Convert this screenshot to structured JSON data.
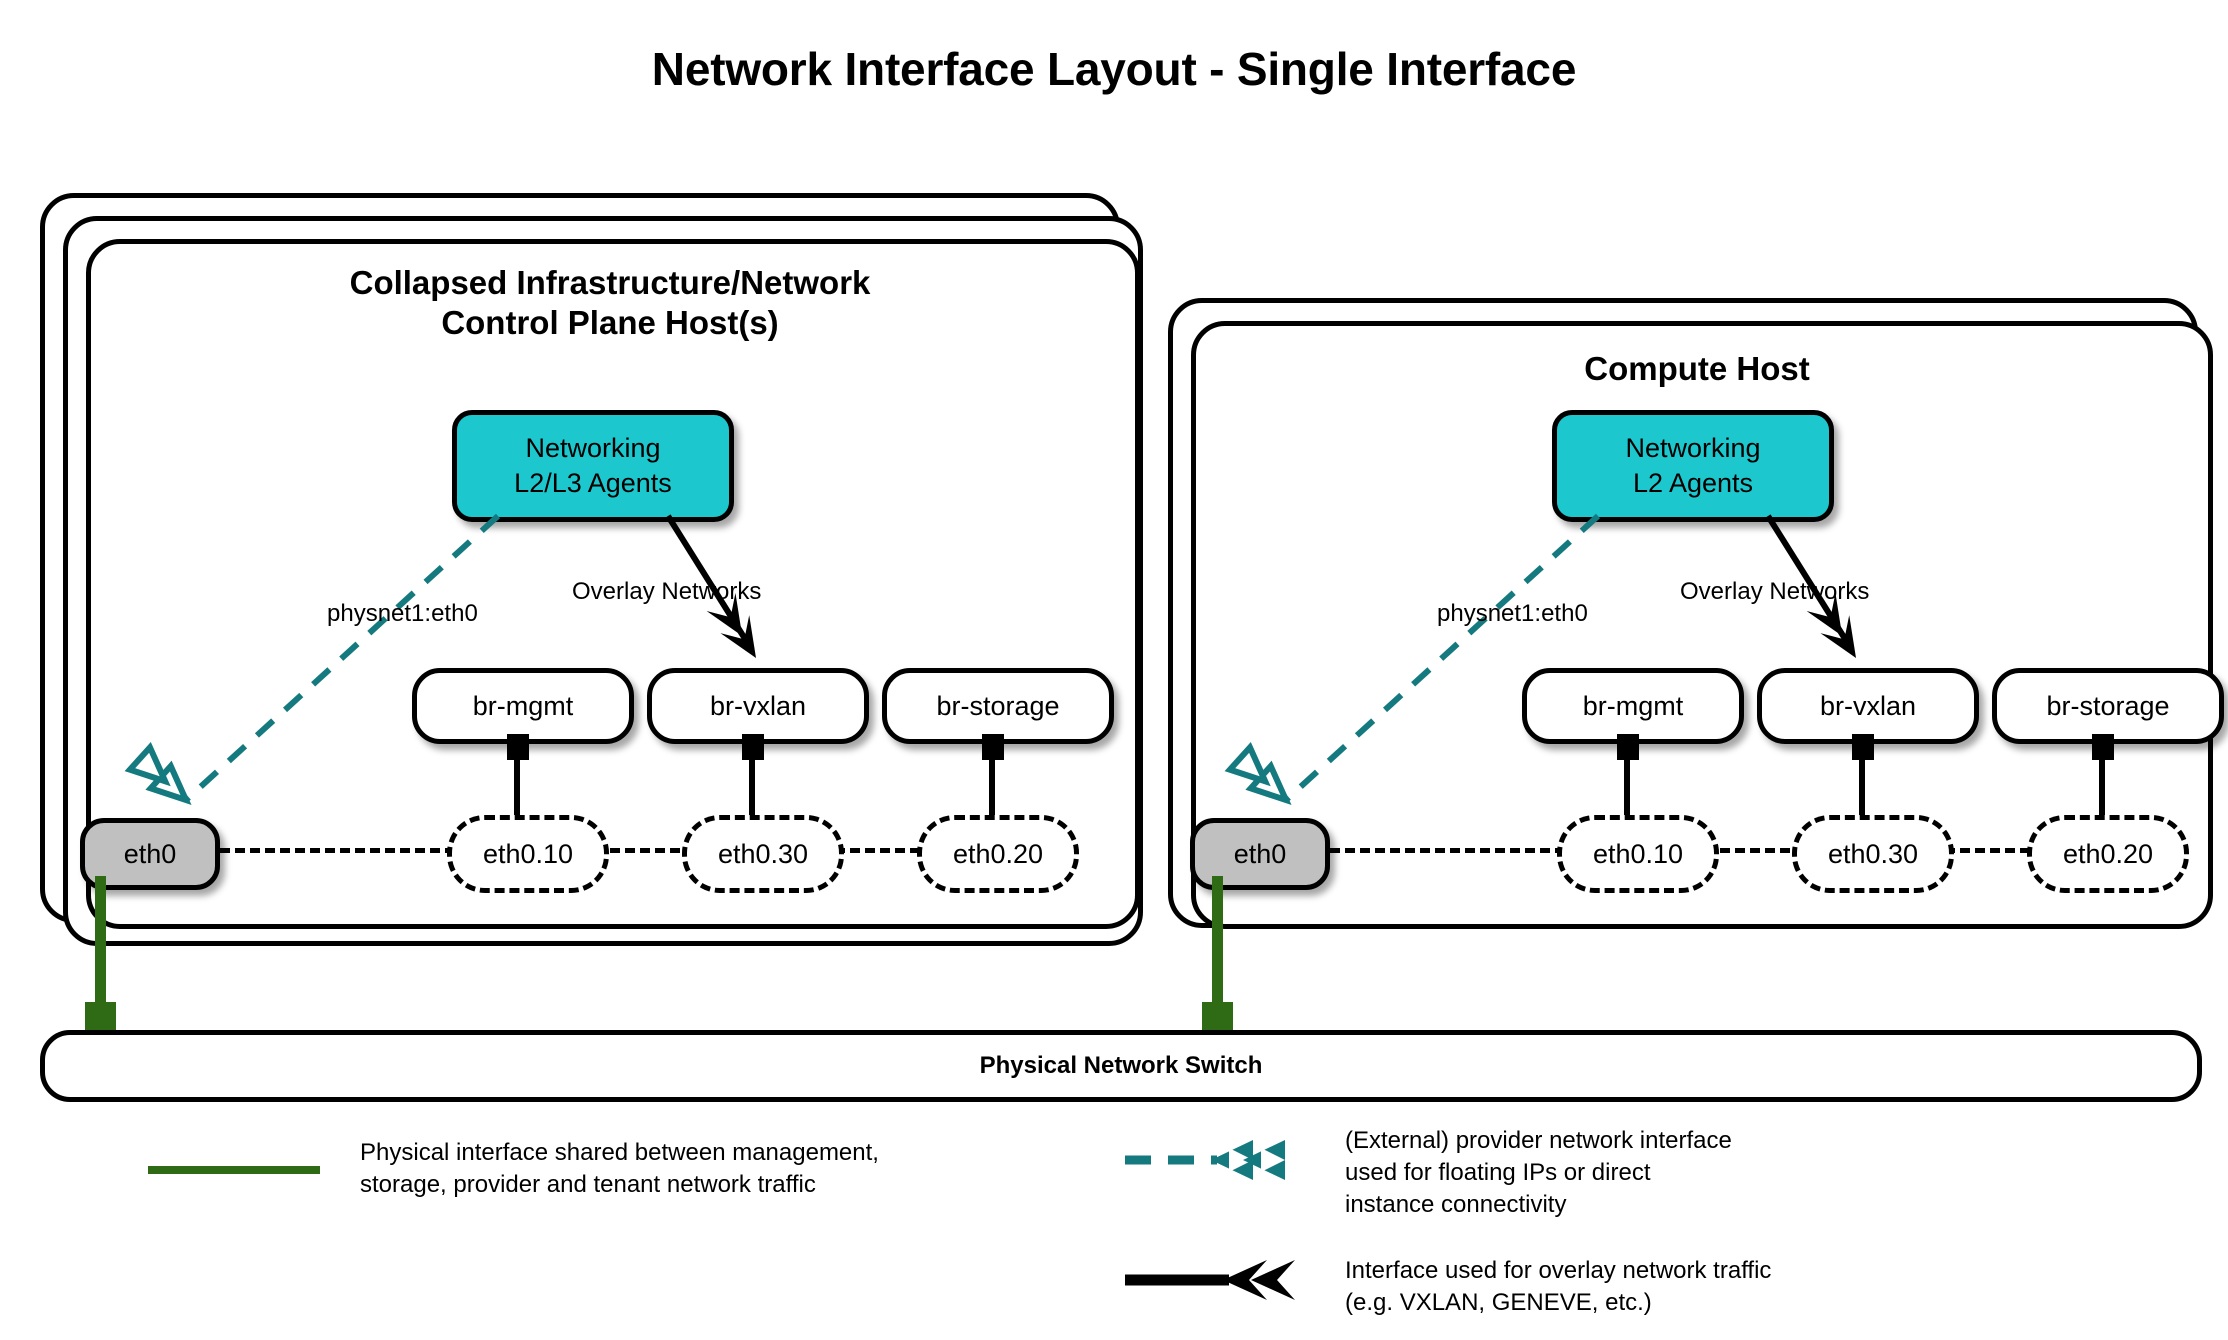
{
  "title": "Network Interface Layout - Single Interface",
  "colors": {
    "agent_fill": "#1cc8cd",
    "nic_fill": "#c0c0c0",
    "cable_green": "#2f6b14",
    "provider_teal": "#157a7f",
    "outline": "#000000",
    "background": "#ffffff"
  },
  "hosts": [
    {
      "id": "control-plane",
      "title": "Collapsed Infrastructure/Network\nControl Plane Host(s)",
      "title_line1": "Collapsed Infrastructure/Network",
      "title_line2": "Control Plane Host(s)",
      "stack_layers": 3,
      "agent": {
        "line1": "Networking",
        "line2": "L2/L3 Agents"
      },
      "provider_label": "physnet1:eth0",
      "overlay_label": "Overlay Networks",
      "nic": "eth0",
      "bridges": [
        {
          "bridge": "br-mgmt",
          "vlan": "eth0.10"
        },
        {
          "bridge": "br-vxlan",
          "vlan": "eth0.30"
        },
        {
          "bridge": "br-storage",
          "vlan": "eth0.20"
        }
      ]
    },
    {
      "id": "compute",
      "title": "Compute Host",
      "title_line1": "Compute Host",
      "title_line2": "",
      "stack_layers": 2,
      "agent": {
        "line1": "Networking",
        "line2": "L2 Agents"
      },
      "provider_label": "physnet1:eth0",
      "overlay_label": "Overlay Networks",
      "nic": "eth0",
      "bridges": [
        {
          "bridge": "br-mgmt",
          "vlan": "eth0.10"
        },
        {
          "bridge": "br-vxlan",
          "vlan": "eth0.30"
        },
        {
          "bridge": "br-storage",
          "vlan": "eth0.20"
        }
      ]
    }
  ],
  "switch": {
    "label": "Physical Network Switch"
  },
  "legend": [
    {
      "id": "physical-interface",
      "swatch": "green-solid-line",
      "text": "Physical interface shared between management,\nstorage, provider and tenant network traffic"
    },
    {
      "id": "provider-interface",
      "swatch": "teal-dashed-double-arrow",
      "text": "(External) provider network interface\nused for floating IPs or direct\ninstance connectivity"
    },
    {
      "id": "overlay-interface",
      "swatch": "black-solid-double-arrow",
      "text": "Interface used for overlay network traffic\n(e.g. VXLAN, GENEVE, etc.)"
    }
  ]
}
